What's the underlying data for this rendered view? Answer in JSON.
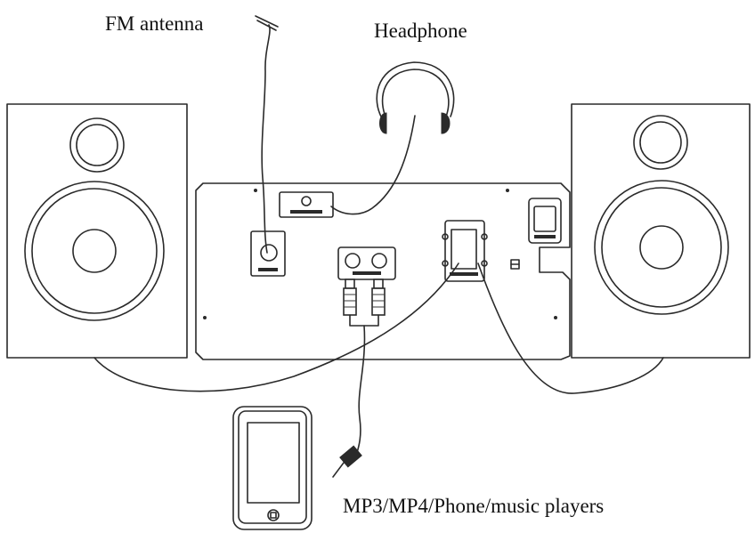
{
  "labels": {
    "fm_antenna": "FM antenna",
    "headphone": "Headphone",
    "music_players": "MP3/MP4/Phone/music players"
  },
  "colors": {
    "line": "#2a2a2a",
    "background": "#ffffff"
  }
}
